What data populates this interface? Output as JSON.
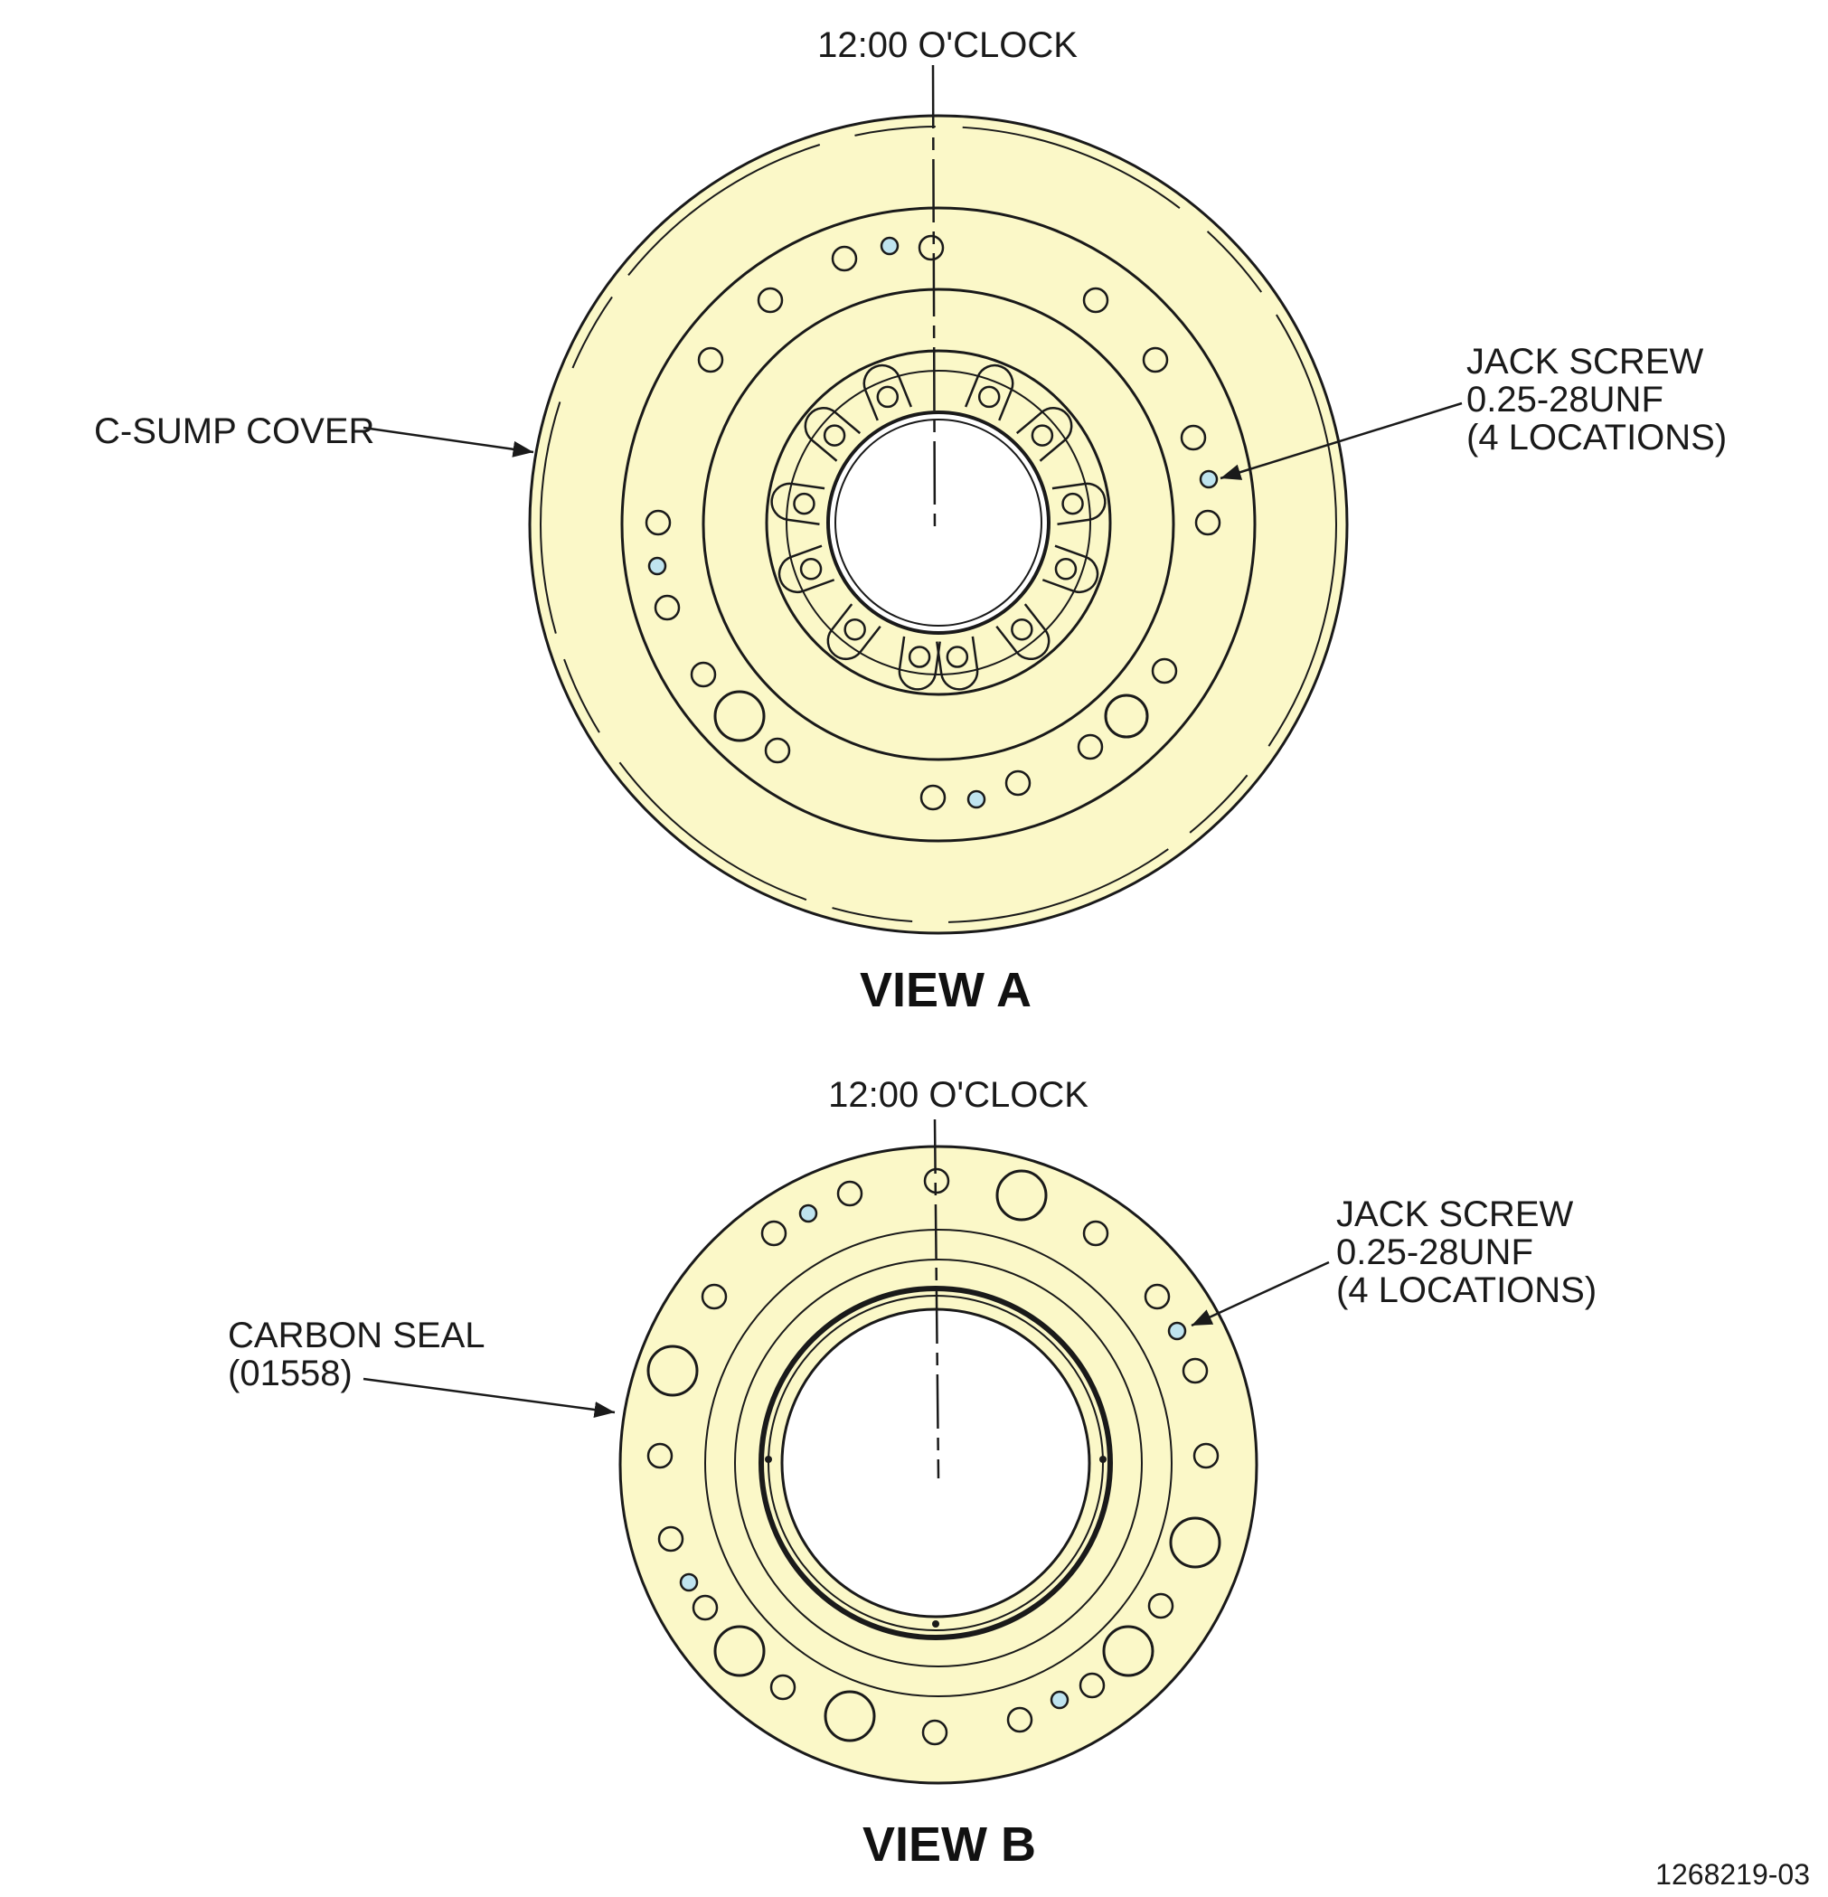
{
  "view_a": {
    "title": "VIEW A",
    "clock_label": "12:00 O'CLOCK",
    "part_label": "C-SUMP COVER",
    "jack_screw_label": [
      "JACK SCREW",
      "0.25-28UNF",
      "(4 LOCATIONS)"
    ]
  },
  "view_b": {
    "title": "VIEW B",
    "clock_label": "12:00 O'CLOCK",
    "part_label": [
      "CARBON SEAL",
      "(01558)"
    ],
    "jack_screw_label": [
      "JACK SCREW",
      "0.25-28UNF",
      "(4 LOCATIONS)"
    ]
  },
  "figure_number": "1268219-03",
  "colors": {
    "part_fill": "#fbf8c8",
    "jack_screw_fill": "#bfe4ef",
    "line": "#1a1a1a"
  }
}
